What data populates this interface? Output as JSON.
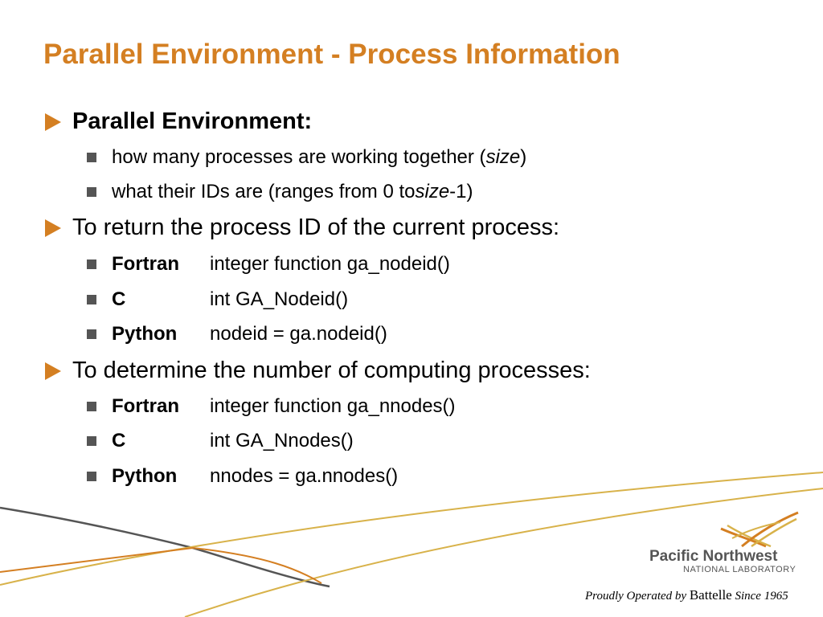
{
  "slide": {
    "title": "Parallel Environment - Process Information",
    "accent_color": "#d47f22",
    "sections": [
      {
        "heading": "Parallel Environment:",
        "items": [
          {
            "before": "how many processes are working together (",
            "italic": "size",
            "after": ")"
          },
          {
            "before": "what their IDs are (ranges from 0 to ",
            "italic": "size",
            "after": "-1)"
          }
        ]
      },
      {
        "heading": "To return the process ID of the current process:",
        "items": [
          {
            "lang": "Fortran",
            "code": "integer function ga_nodeid()"
          },
          {
            "lang": "C",
            "code": "int GA_Nodeid()"
          },
          {
            "lang": "Python",
            "code": "nodeid = ga.nodeid()"
          }
        ]
      },
      {
        "heading": "To determine the number of computing processes:",
        "items": [
          {
            "lang": "Fortran",
            "code": "integer function ga_nnodes()"
          },
          {
            "lang": "C",
            "code": "int GA_Nnodes()"
          },
          {
            "lang": "Python",
            "code": "nnodes = ga.nnodes()"
          }
        ]
      }
    ]
  },
  "footer": {
    "org_name": "Pacific Northwest",
    "org_sub": "NATIONAL LABORATORY",
    "tagline_part1": "Proudly Operated by ",
    "tagline_brand": "Battelle",
    "tagline_part2": " Since 1965"
  }
}
